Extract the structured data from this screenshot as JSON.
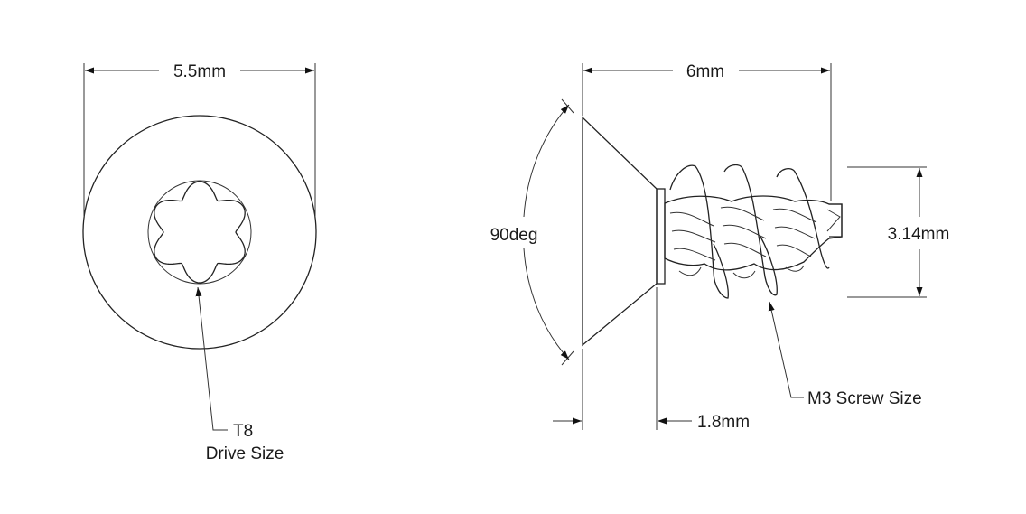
{
  "front_view": {
    "width_dimension": "5.5mm",
    "drive_label_line1": "T8",
    "drive_label_line2": "Drive Size"
  },
  "side_view": {
    "length_dimension": "6mm",
    "head_angle": "90deg",
    "thread_diameter": "3.14mm",
    "head_height": "1.8mm",
    "screw_size": "M3 Screw Size"
  },
  "colors": {
    "line": "#222222",
    "background": "#ffffff"
  }
}
